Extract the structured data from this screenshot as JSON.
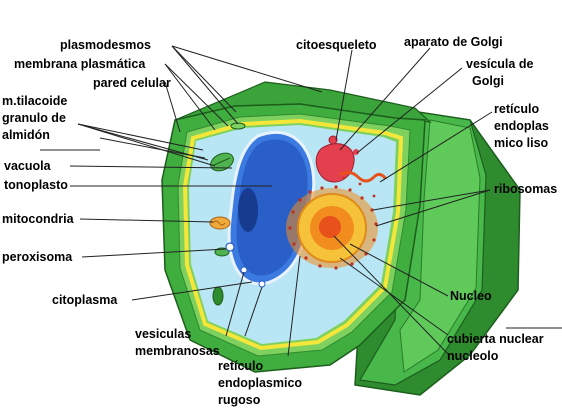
{
  "labels": {
    "plasmodesmos": "plasmodesmos",
    "membrana_plasmatica": "membrana plasmática",
    "pared_celular": "pared celular",
    "m_tilacoide": "m.tilacoide",
    "granulo_de": "granulo de",
    "almidon": "almidón",
    "vacuola": "vacuola",
    "tonoplasto": "tonoplasto",
    "mitocondria": "mitocondria",
    "peroxisoma": "peroxisoma",
    "citoplasma": "citoplasma",
    "vesiculas": "vesiculas",
    "membranosas": "membranosas",
    "reticulo_rugoso_1": "retículo",
    "reticulo_rugoso_2": "endoplasmico",
    "reticulo_rugoso_3": "rugoso",
    "citoesqueleto": "citoesqueleto",
    "aparato_de_golgi": "aparato de Golgi",
    "vesicula_de": "vesícula de",
    "golgi": "Golgi",
    "reticulo_liso_1": "retículo",
    "reticulo_liso_2": "endoplas",
    "reticulo_liso_3": "mico liso",
    "ribosomas": "ribosomas",
    "nucleo": "Nucleo",
    "cubierta_nuclear": "cubierta nuclear",
    "nucleolo": "nucleolo"
  },
  "colors": {
    "wall_dark": "#2e8b2e",
    "wall_mid": "#3fae3f",
    "wall_light": "#7fd15f",
    "membrane": "#f5e63a",
    "cytoplasm": "#b8e6f5",
    "vacuole": "#2a5fc7",
    "vacuole_dark": "#173c8f",
    "nucleus_outer": "#f5c23a",
    "nucleus_inner": "#f28c1e",
    "nucleolus": "#e8501c",
    "golgi": "#e43f4f",
    "chloroplast": "#4fb34f",
    "leader": "#222222"
  }
}
